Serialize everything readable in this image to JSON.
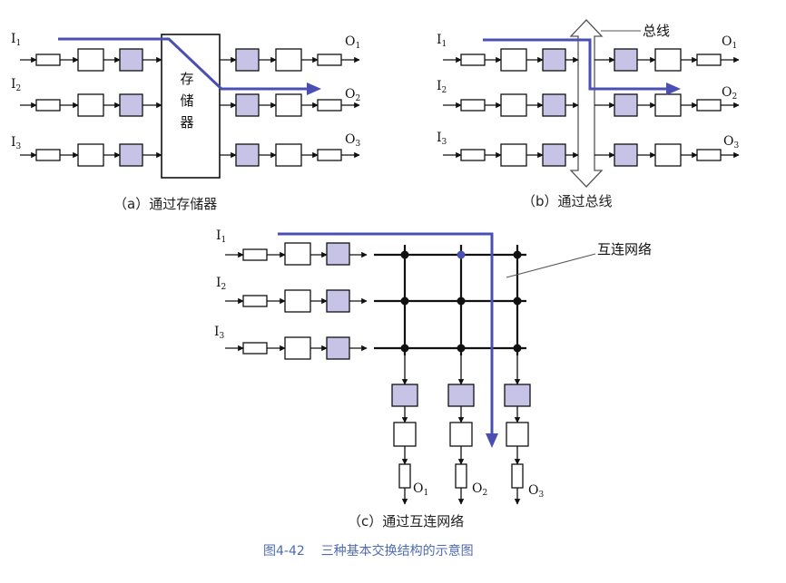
{
  "colors": {
    "line": "#111111",
    "path": "#4a4fb3",
    "shaded_box": "#c6c3e6",
    "caption": "#4d6bb3"
  },
  "panel_a": {
    "inputs": [
      {
        "main": "I",
        "sub": "1"
      },
      {
        "main": "I",
        "sub": "2"
      },
      {
        "main": "I",
        "sub": "3"
      }
    ],
    "outputs": [
      {
        "main": "O",
        "sub": "1"
      },
      {
        "main": "O",
        "sub": "2"
      },
      {
        "main": "O",
        "sub": "3"
      }
    ],
    "memory_label": [
      "存",
      "储",
      "器"
    ],
    "caption": "（a）通过存储器"
  },
  "panel_b": {
    "inputs": [
      {
        "main": "I",
        "sub": "1"
      },
      {
        "main": "I",
        "sub": "2"
      },
      {
        "main": "I",
        "sub": "3"
      }
    ],
    "outputs": [
      {
        "main": "O",
        "sub": "1"
      },
      {
        "main": "O",
        "sub": "2"
      },
      {
        "main": "O",
        "sub": "3"
      }
    ],
    "bus_label": "总线",
    "caption": "（b）通过总线"
  },
  "panel_c": {
    "inputs": [
      {
        "main": "I",
        "sub": "1"
      },
      {
        "main": "I",
        "sub": "2"
      },
      {
        "main": "I",
        "sub": "3"
      }
    ],
    "outputs": [
      {
        "main": "O",
        "sub": "1"
      },
      {
        "main": "O",
        "sub": "2"
      },
      {
        "main": "O",
        "sub": "3"
      }
    ],
    "fabric_label": "互连网络",
    "caption": "（c）通过互连网络"
  },
  "figure_caption": "图4-42    三种基本交换结构的示意图"
}
